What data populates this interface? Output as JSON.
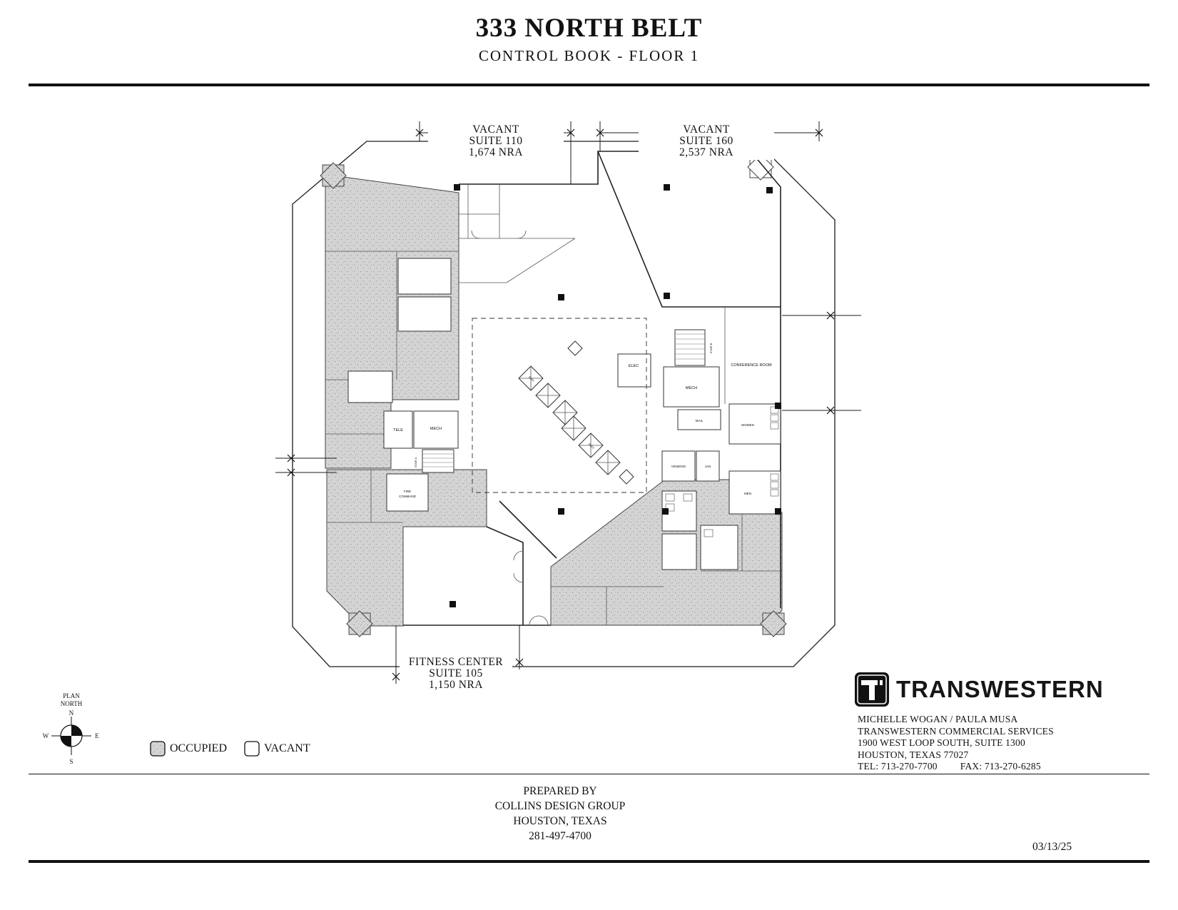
{
  "header": {
    "title": "333 NORTH BELT",
    "subtitle": "CONTROL BOOK - FLOOR 1"
  },
  "plan": {
    "suite110": {
      "status": "VACANT",
      "suite": "SUITE 110",
      "area": "1,674 NRA"
    },
    "suite160": {
      "status": "VACANT",
      "suite": "SUITE 160",
      "area": "2,537 NRA"
    },
    "suite105": {
      "name": "FITNESS CENTER",
      "suite": "SUITE 105",
      "area": "1,150 NRA"
    },
    "rooms": {
      "tele": "TELE",
      "mech_left": "MECH",
      "stair_a": "STAIR A",
      "fire_line1": "FIRE",
      "fire_line2": "COMMAND",
      "elec": "ELEC",
      "stair_b": "STAIR B",
      "mech_right": "MECH",
      "mail": "MAIL",
      "women": "WOMEN",
      "men": "MEN",
      "vending": "VENDING",
      "jan": "JAN",
      "conference": "CONFERENCE ROOM",
      "elev": "ELEV"
    }
  },
  "compass": {
    "plan_word": "PLAN",
    "north_word": "NORTH",
    "n": "N",
    "e": "E",
    "s": "S",
    "w": "W"
  },
  "legend": {
    "occupied": "OCCUPIED",
    "vacant": "VACANT"
  },
  "branding": {
    "wordmark": "TRANSWESTERN",
    "contact_lines": [
      "MICHELLE WOGAN / PAULA MUSA",
      "TRANSWESTERN COMMERCIAL SERVICES",
      "1900 WEST LOOP SOUTH, SUITE 1300",
      "HOUSTON, TEXAS 77027"
    ],
    "tel": "TEL: 713-270-7700",
    "fax": "FAX: 713-270-6285"
  },
  "footer": {
    "prepared_by": "PREPARED BY",
    "company": "COLLINS DESIGN GROUP",
    "city": "HOUSTON, TEXAS",
    "phone": "281-497-4700",
    "date": "03/13/25"
  },
  "colors": {
    "occupied_fill": "#d4d4d4",
    "line": "#111111"
  }
}
